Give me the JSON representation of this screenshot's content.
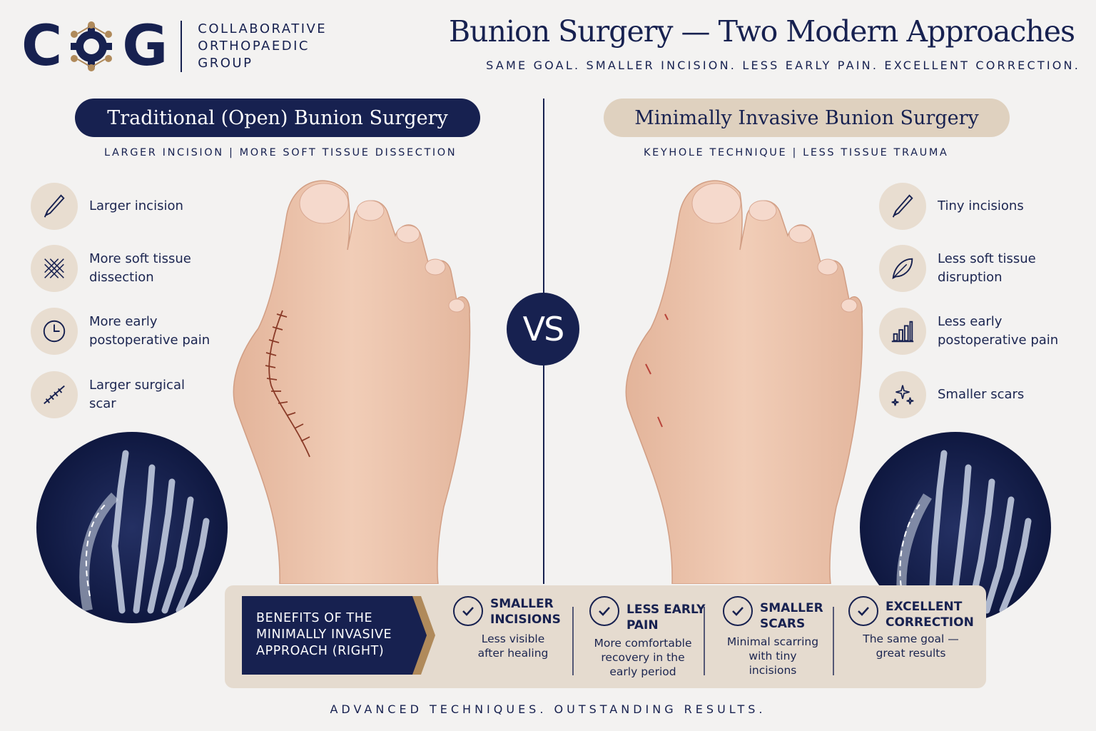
{
  "brand": {
    "logo_letters": {
      "left": "C",
      "right": "G"
    },
    "name_lines": [
      "COLLABORATIVE",
      "ORTHOPAEDIC",
      "GROUP"
    ],
    "navy": "#172150",
    "tan": "#dfd1bf",
    "accent_gold": "#b08a5b"
  },
  "header": {
    "title": "Bunion Surgery — Two Modern Approaches",
    "subtitle": "SAME GOAL. SMALLER INCISION. LESS EARLY PAIN. EXCELLENT CORRECTION."
  },
  "traditional": {
    "title": "Traditional (Open) Bunion Surgery",
    "subtitle": "LARGER INCISION  |  MORE SOFT TISSUE DISSECTION",
    "features": [
      {
        "icon": "scalpel-icon",
        "label": "Larger incision"
      },
      {
        "icon": "crosshatch-tissue-icon",
        "label": "More soft tissue dissection"
      },
      {
        "icon": "clock-icon",
        "label": "More early postoperative pain"
      },
      {
        "icon": "sutured-scar-icon",
        "label": "Larger surgical scar"
      }
    ]
  },
  "vs_label": "VS",
  "minimally_invasive": {
    "title": "Minimally Invasive Bunion Surgery",
    "subtitle": "KEYHOLE TECHNIQUE  |  LESS TISSUE TRAUMA",
    "features": [
      {
        "icon": "scalpel-icon",
        "label": "Tiny incisions"
      },
      {
        "icon": "leaf-icon",
        "label": "Less soft tissue disruption"
      },
      {
        "icon": "bar-chart-icon",
        "label": "Less early postoperative pain"
      },
      {
        "icon": "sparkle-icon",
        "label": "Smaller scars"
      }
    ]
  },
  "benefits": {
    "tag_lines": [
      "BENEFITS OF THE",
      "MINIMALLY INVASIVE",
      "APPROACH (RIGHT)"
    ],
    "items": [
      {
        "title_lines": [
          "SMALLER",
          "INCISIONS"
        ],
        "desc_lines": [
          "Less visible",
          "after healing"
        ]
      },
      {
        "title_lines": [
          "LESS EARLY",
          "PAIN"
        ],
        "desc_lines": [
          "More comfortable",
          "recovery in the",
          "early period"
        ]
      },
      {
        "title_lines": [
          "SMALLER",
          "SCARS"
        ],
        "desc_lines": [
          "Minimal scarring",
          "with tiny",
          "incisions"
        ]
      },
      {
        "title_lines": [
          "EXCELLENT",
          "CORRECTION"
        ],
        "desc_lines": [
          "The same goal —",
          "great results"
        ]
      }
    ]
  },
  "footer": "ADVANCED TECHNIQUES. OUTSTANDING RESULTS."
}
